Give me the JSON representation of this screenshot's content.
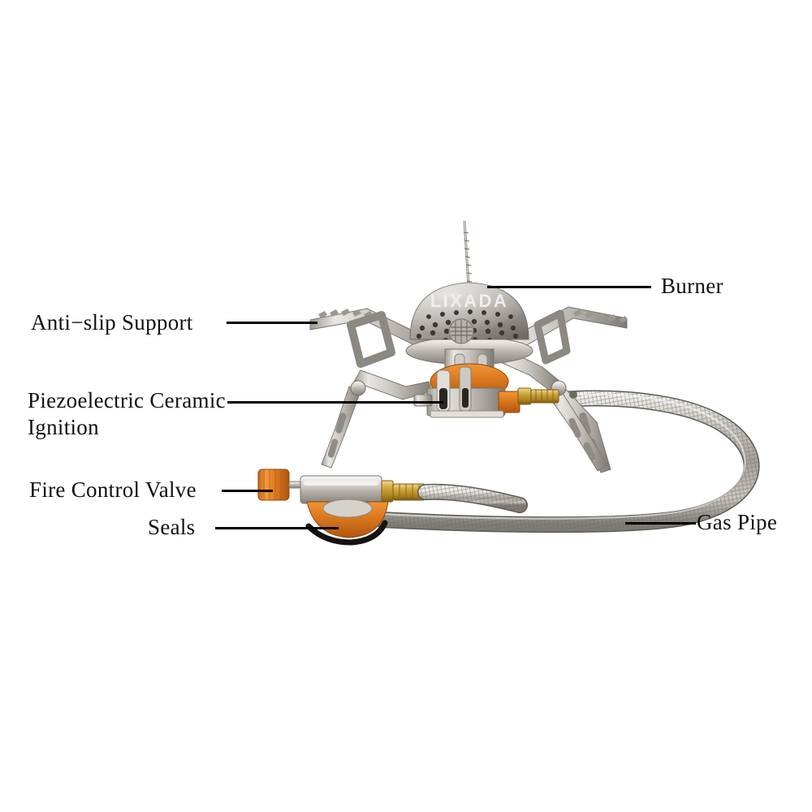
{
  "diagram": {
    "title": "Lixada camping gas stove — labeled parts diagram",
    "product_brand": "LIXADA",
    "background_color": "#ffffff",
    "label_color": "#111111",
    "leader_color": "#000000",
    "accent_colors": {
      "orange": "#d9711e",
      "orange_light": "#e8821f",
      "brass": "#c8a13a",
      "steel_light": "#e8e6e2",
      "steel_mid": "#b5b2ac",
      "steel_dark": "#7e7b75",
      "seal_black": "#15120f"
    }
  },
  "labels": [
    {
      "id": "burner",
      "text": "Burner"
    },
    {
      "id": "anti_slip",
      "text": "Anti−slip Support"
    },
    {
      "id": "piezo_line1",
      "text": "Piezoelectric Ceramic"
    },
    {
      "id": "piezo_line2",
      "text": "Ignition"
    },
    {
      "id": "fire_valve",
      "text": "Fire Control Valve"
    },
    {
      "id": "seals",
      "text": "Seals"
    },
    {
      "id": "gas_pipe",
      "text": "Gas Pipe"
    }
  ],
  "parts": {
    "burner_head": "perforated dome burner with LIXADA logo",
    "igniter_wire": "coiled spark electrode wire",
    "pot_supports": "three serrated anti-slip pot support arms",
    "legs": "three folding slotted legs",
    "piezo_unit": "piezoelectric ceramic ignition housing",
    "brass_fitting": "brass hose connector",
    "hose": "braided stainless steel gas pipe",
    "valve_knob": "orange fire control valve knob",
    "valve_body": "steel valve barrel",
    "seal_disc": "orange canister adapter disc with black rubber seal"
  }
}
